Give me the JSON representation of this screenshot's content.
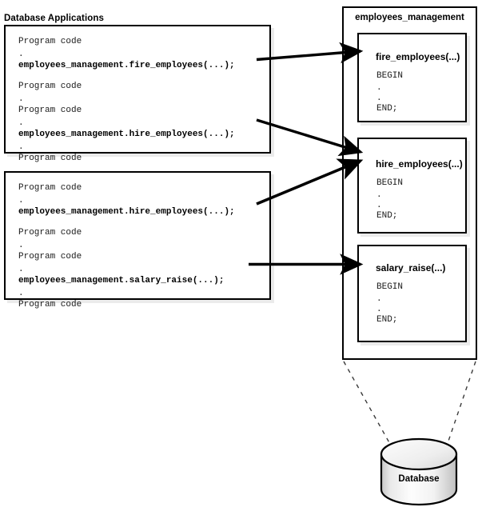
{
  "diagram": {
    "title_left": "Database Applications",
    "package_title": "employees_management",
    "database_label": "Database"
  },
  "applications": [
    {
      "id": "app-1",
      "lines": [
        {
          "text": "Program code",
          "bold": false
        },
        {
          "text": ".",
          "bold": false
        },
        {
          "text": "employees_management.fire_employees(...);",
          "bold": true
        },
        {
          "text": "",
          "bold": false
        },
        {
          "text": "Program code",
          "bold": false
        },
        {
          "text": ".",
          "bold": false
        },
        {
          "text": "Program code",
          "bold": false
        },
        {
          "text": ".",
          "bold": false
        },
        {
          "text": "employees_management.hire_employees(...);",
          "bold": true
        },
        {
          "text": ".",
          "bold": false
        },
        {
          "text": "Program code",
          "bold": false
        }
      ]
    },
    {
      "id": "app-2",
      "lines": [
        {
          "text": "Program code",
          "bold": false
        },
        {
          "text": ".",
          "bold": false
        },
        {
          "text": "employees_management.hire_employees(...);",
          "bold": true
        },
        {
          "text": "",
          "bold": false
        },
        {
          "text": "Program code",
          "bold": false
        },
        {
          "text": ".",
          "bold": false
        },
        {
          "text": "Program code",
          "bold": false
        },
        {
          "text": ".",
          "bold": false
        },
        {
          "text": "employees_management.salary_raise(...);",
          "bold": true
        },
        {
          "text": ".",
          "bold": false
        },
        {
          "text": "Program code",
          "bold": false
        }
      ]
    }
  ],
  "procedures": [
    {
      "id": "fire-employees",
      "name": "fire_employees(...)",
      "body": [
        "BEGIN",
        ".",
        ".",
        "END;"
      ]
    },
    {
      "id": "hire-employees",
      "name": "hire_employees(...)",
      "body": [
        "BEGIN",
        ".",
        ".",
        "END;"
      ]
    },
    {
      "id": "salary-raise",
      "name": "salary_raise(...)",
      "body": [
        "BEGIN",
        ".",
        ".",
        "END;"
      ]
    }
  ],
  "connections": [
    {
      "from": "app-1.fire_employees",
      "to": "fire-employees"
    },
    {
      "from": "app-1.hire_employees",
      "to": "hire-employees"
    },
    {
      "from": "app-2.hire_employees",
      "to": "hire-employees"
    },
    {
      "from": "app-2.salary_raise",
      "to": "salary-raise"
    }
  ],
  "colors": {
    "stroke": "#000000",
    "background": "#ffffff",
    "code_text": "#1a1a1a",
    "shadow": "rgba(0,0,0,0.08)",
    "cylinder_light": "#ffffff",
    "cylinder_dark": "#c9c9c9"
  }
}
